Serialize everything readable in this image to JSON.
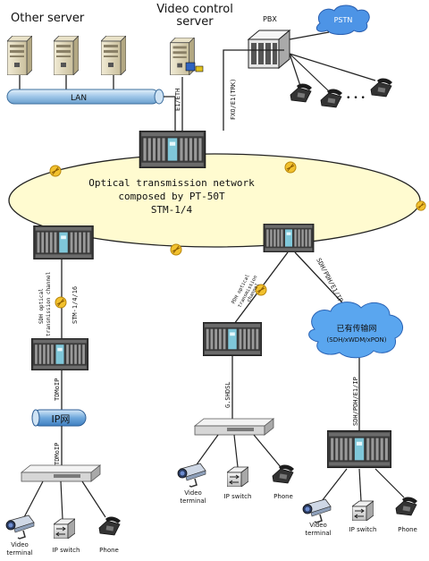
{
  "labels": {
    "other_server": "Other server",
    "video_control_server_1": "Video control",
    "video_control_server_2": "server",
    "pbx": "PBX",
    "pstn": "PSTN",
    "lan": "LAN",
    "e1_eth": "E1/ETH",
    "fxo_e1_trk": "FXO/E1(TRK)",
    "phone_dots": "• • •",
    "ring_line1": "Optical transmission network",
    "ring_line2": "composed by PT-50T",
    "ring_line3": "STM-1/4",
    "sdh_optical_channel_1": "SDH optical",
    "sdh_optical_channel_2": "transmission channel",
    "stm_1_4_16": "STM-1/4/16",
    "pdh_optical_channel_1": "PDH optical",
    "pdh_optical_channel_2": "transmission",
    "pdh_optical_channel_3": "channel",
    "sdh_pdh_e1_ip_top": "SDH/PDH/E1/IP",
    "existing_network_1": "已有传输网",
    "existing_network_2": "(SDH/xWDM/xPON)",
    "tdmoip_upper": "TDMoIP",
    "ip_network": "IP网",
    "tdmoip_lower": "TDMoIP",
    "g_shdsl": "G.SHDSL",
    "sdh_pdh_e1_ip_bottom": "SDH/PDH/E1/IP",
    "left_video_terminal_1": "Video",
    "left_video_terminal_2": "terminal",
    "left_ip_switch": "IP switch",
    "left_phone": "Phone",
    "mid_video_terminal_1": "Video",
    "mid_video_terminal_2": "terminal",
    "mid_ip_switch": "IP switch",
    "mid_phone": "Phone",
    "right_video_terminal_1": "Video",
    "right_video_terminal_2": "terminal",
    "right_ip_switch": "IP switch",
    "right_phone": "Phone"
  },
  "colors": {
    "ring_fill": "#fffbd0",
    "lan_fill": "#b8d6ee",
    "cloud_fill": "#5aa6ef",
    "pstn_fill": "#4d94e6",
    "equipment_dark": "#2a2a2a",
    "connector_marker": "#f2c12e"
  },
  "icons": [
    "server-icon",
    "pbx-icon",
    "phone-icon",
    "camera-icon",
    "switch-icon",
    "rack-icon",
    "cloud-icon",
    "connector-marker-icon"
  ]
}
